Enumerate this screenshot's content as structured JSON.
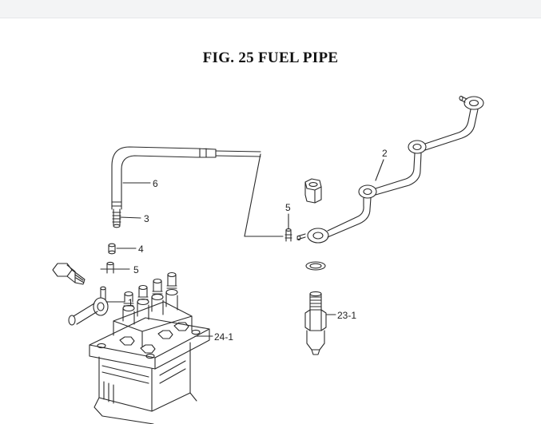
{
  "figure": {
    "title": "FIG. 25  FUEL PIPE"
  },
  "callouts": {
    "c6": "6",
    "c3": "3",
    "c4": "4",
    "c5a": "5",
    "c1": "1",
    "c24_1": "24-1",
    "c5b": "5",
    "c2": "2",
    "c23_1": "23-1"
  },
  "colors": {
    "line": "#2a2a2a",
    "background": "#ffffff",
    "topbar": "#f3f4f5"
  }
}
